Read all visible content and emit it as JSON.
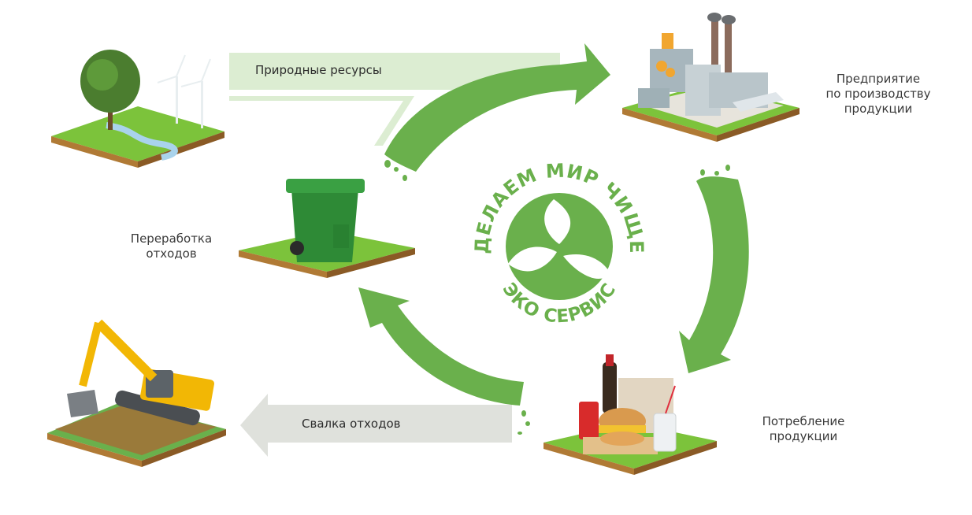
{
  "diagram": {
    "title": "Waste recycling cycle",
    "colors": {
      "accent": "#6ab04c",
      "band_light": "#dcedd2",
      "band_gray": "#dfe1dc",
      "text": "#3a3a3a"
    },
    "logo": {
      "top_text": "ДЕЛАЕМ МИР ЧИЩЕ",
      "bottom_text": "ЭКО СЕРВИС",
      "icon": "three-leaves-recycle-icon"
    },
    "bands": {
      "natural_resources": "Природные ресурсы",
      "landfill": "Свалка отходов"
    },
    "stages": [
      {
        "id": "nature",
        "label": "",
        "icon": "nature-tile-icon"
      },
      {
        "id": "production",
        "label_lines": [
          "Предприятие",
          "по производству",
          "продукции"
        ],
        "icon": "factory-tile-icon"
      },
      {
        "id": "consumption",
        "label_lines": [
          "Потребление",
          "продукции"
        ],
        "icon": "food-tile-icon"
      },
      {
        "id": "recycling",
        "label_lines": [
          "Переработка",
          "отходов"
        ],
        "icon": "trash-bin-tile-icon"
      },
      {
        "id": "landfill",
        "label": "",
        "icon": "excavator-tile-icon"
      }
    ]
  }
}
